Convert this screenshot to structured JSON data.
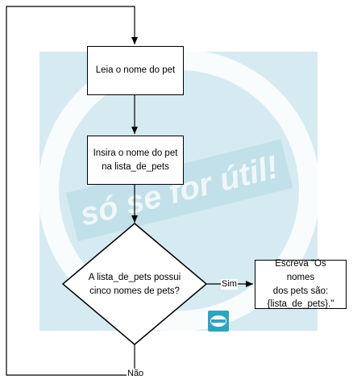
{
  "nodes": {
    "read_name": "Leia o nome do pet",
    "insert_name": "Insira o nome do pet\nna lista_de_pets",
    "decision": "A lista_de_pets possui\ncinco nomes de pets?",
    "write_output": "Escreva \"Os nomes\ndos pets são:\n{lista_de_pets}.\""
  },
  "edges": {
    "yes_label": "Sim",
    "no_label": "Não"
  },
  "watermark": {
    "text": "só se for útil!",
    "color": "#3fa8c2"
  },
  "colors": {
    "stroke": "#000000",
    "watermark_bg": "#d5ebf1",
    "badge": "#2aa6c2"
  }
}
